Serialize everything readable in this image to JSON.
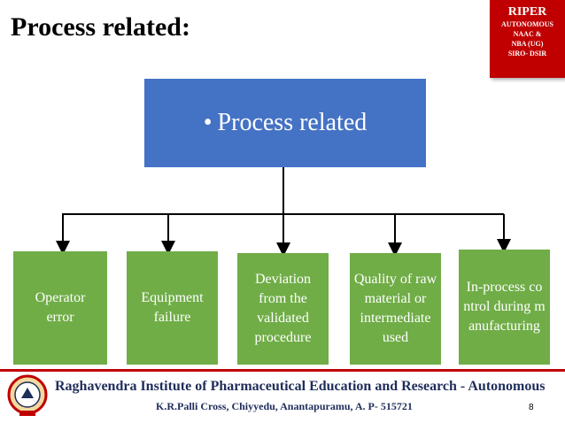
{
  "slide": {
    "title": "Process related:",
    "page_number": "8"
  },
  "badge": {
    "title": "RIPER",
    "lines": [
      "AUTONOMOUS",
      "NAAC &",
      "NBA (UG)",
      "SIRO- DSIR"
    ],
    "color": "#c00000"
  },
  "diagram": {
    "root": {
      "bullet": "•",
      "label": "Process related",
      "color": "#4472c4"
    },
    "child_color": "#70ad47",
    "children": [
      {
        "label": "Operator error"
      },
      {
        "label": "Equipment failure"
      },
      {
        "label": "Deviation from the validated procedure"
      },
      {
        "label": "Quality of raw material or intermediate used"
      },
      {
        "label": "In-process control during manufacturing"
      }
    ]
  },
  "footer": {
    "institute": "Raghavendra Institute of Pharmaceutical Education and Research - Autonomous",
    "address": "K.R.Palli Cross, Chiyyedu, Anantapuramu, A. P- 515721"
  }
}
